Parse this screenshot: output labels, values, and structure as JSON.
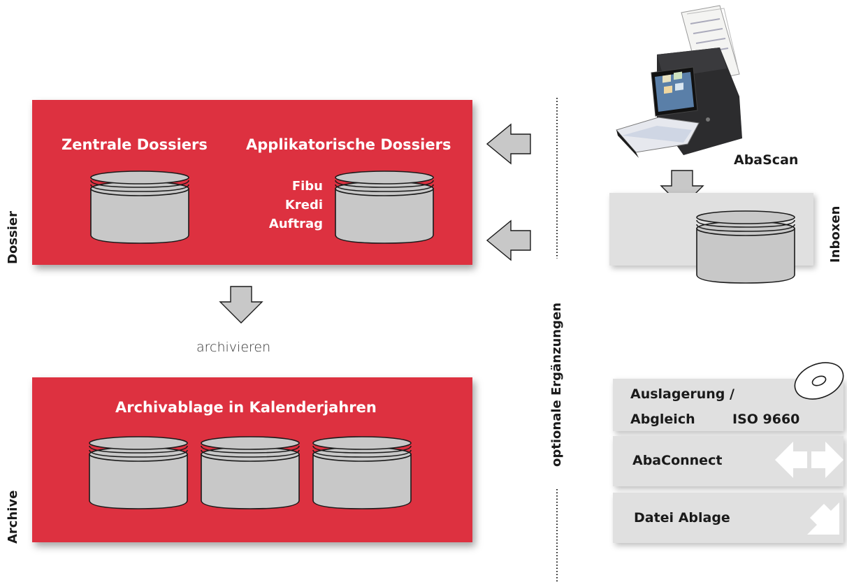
{
  "dossier": {
    "side_label": "Dossier",
    "central_title": "Zentrale Dossiers",
    "app_title": "Applikatorische Dossiers",
    "app_items": [
      "Fibu",
      "Kredi",
      "Auftrag"
    ]
  },
  "archive_flow": {
    "label": "archivieren"
  },
  "archive": {
    "side_label": "Archive",
    "title": "Archivablage in Kalenderjahren"
  },
  "optional": {
    "label": "optionale Ergänzungen"
  },
  "inbox": {
    "scanner_label": "AbaScan",
    "side_label": "Inboxen"
  },
  "extras": {
    "auslagerung_line1": "Auslagerung /",
    "auslagerung_line2a": "Abgleich",
    "auslagerung_line2b": "ISO 9660",
    "abaconnect": "AbaConnect",
    "datei_ablage": "Datei Ablage"
  },
  "colors": {
    "red": "#dd3140",
    "grey_box": "#e0e0e0",
    "cylinder": "#c8c8c8",
    "arrow": "#c8c8c8"
  },
  "icons": [
    "arrow-left-icon",
    "arrow-down-icon",
    "database-icon",
    "scanner-icon",
    "disc-icon",
    "double-arrow-icon",
    "diagonal-arrow-icon"
  ]
}
